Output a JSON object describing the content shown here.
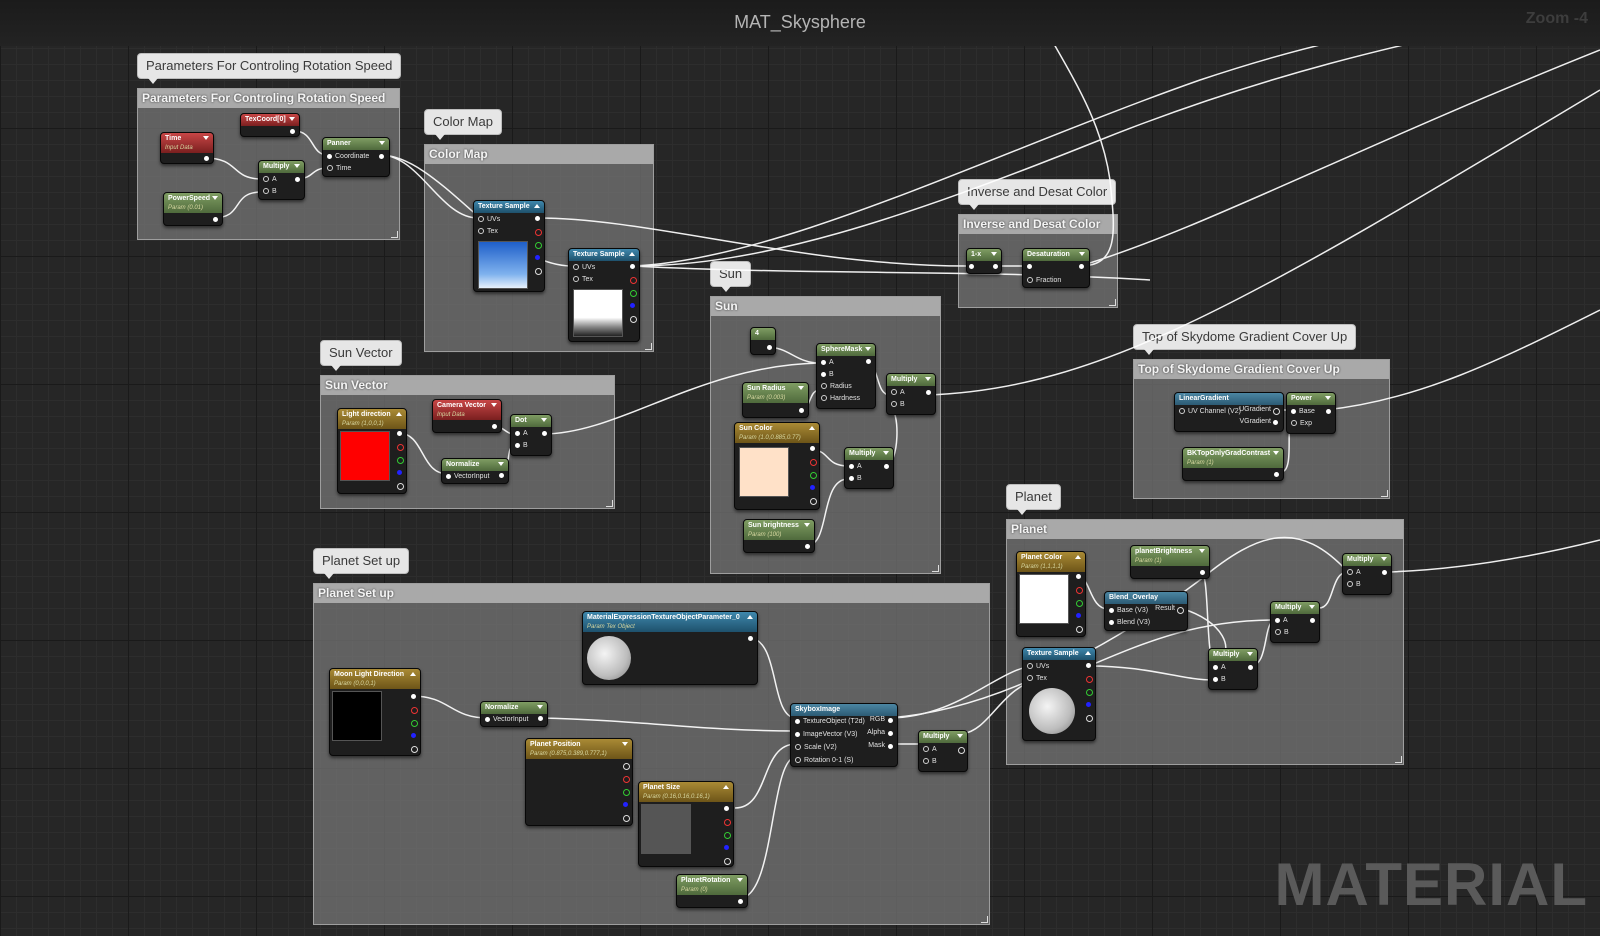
{
  "graph": {
    "title": "MAT_Skysphere",
    "zoom": "Zoom -4",
    "watermark": "MATERIAL"
  },
  "colors": {
    "comment_box": "#8c8c8c",
    "comment_head": "#a9a9a9",
    "wire": "#ffffff",
    "sun_swatch": "#ffe1c8",
    "light_swatch": "#ff0000",
    "moon_swatch": "#000000",
    "planet_swatch": "#ffffff",
    "planet_size_swatch": "#555555"
  },
  "comments": {
    "rotation": "Parameters For Controling Rotation Speed",
    "colormap": "Color Map",
    "desat": "Inverse and Desat Color",
    "sun": "Sun",
    "sunvec": "Sun Vector",
    "topsky": "Top of Skydome Gradient Cover Up",
    "planet": "Planet",
    "planetsetup": "Planet Set up"
  },
  "nodes": {
    "time": {
      "title": "Time",
      "sub": "Input Data"
    },
    "texcoord": {
      "title": "TexCoord[0]"
    },
    "panner": {
      "title": "Panner",
      "pins": [
        "Coordinate",
        "Time"
      ]
    },
    "multiply1": {
      "title": "Multiply",
      "pins": [
        "A",
        "B"
      ]
    },
    "powerspeed": {
      "title": "PowerSpeed",
      "sub": "Param (0.01)"
    },
    "texsample1": {
      "title": "Texture Sample",
      "pins": [
        "UVs",
        "Tex"
      ]
    },
    "texsample2": {
      "title": "Texture Sample",
      "pins": [
        "UVs",
        "Tex"
      ]
    },
    "oneminus": {
      "title": "1-x"
    },
    "desaturation": {
      "title": "Desaturation",
      "pins": [
        "Fraction"
      ]
    },
    "const4": {
      "title": "4"
    },
    "spheremask": {
      "title": "SphereMask",
      "pins": [
        "A",
        "B",
        "Radius",
        "Hardness"
      ]
    },
    "sunradius": {
      "title": "Sun Radius",
      "sub": "Param (0.003)"
    },
    "multiply_sun1": {
      "title": "Multiply",
      "pins": [
        "A",
        "B"
      ]
    },
    "suncolor": {
      "title": "Sun Color",
      "sub": "Param (1.0,0.885,0.77)"
    },
    "multiply_sun2": {
      "title": "Multiply",
      "pins": [
        "A",
        "B"
      ]
    },
    "sunbrightness": {
      "title": "Sun brightness",
      "sub": "Param (100)"
    },
    "lightdir": {
      "title": "Light direction",
      "sub": "Param (1,0,0,1)"
    },
    "cameravector": {
      "title": "Camera Vector",
      "sub": "Input Data"
    },
    "dot": {
      "title": "Dot",
      "pins": [
        "A",
        "B"
      ]
    },
    "normalize1": {
      "title": "Normalize",
      "pins": [
        "VectorInput"
      ]
    },
    "lineargradient": {
      "title": "LinearGradient",
      "pins": [
        "UV Channel (V2)"
      ],
      "outs": [
        "UGradient",
        "VGradient"
      ]
    },
    "power": {
      "title": "Power",
      "pins": [
        "Base",
        "Exp"
      ]
    },
    "bktop": {
      "title": "BKTopOnlyGradContrast",
      "sub": "Param (1)"
    },
    "planetcolor": {
      "title": "Planet Color",
      "sub": "Param (1,1,1,1)"
    },
    "planetbrightness": {
      "title": "planetBrightness",
      "sub": "Param (1)"
    },
    "blendoverlay": {
      "title": "Blend_Overlay",
      "pins": [
        "Base (V3)",
        "Blend (V3)"
      ],
      "outs": [
        "Result"
      ]
    },
    "texsample3": {
      "title": "Texture Sample",
      "pins": [
        "UVs",
        "Tex"
      ]
    },
    "multiply_p1": {
      "title": "Multiply",
      "pins": [
        "A",
        "B"
      ]
    },
    "multiply_p2": {
      "title": "Multiply",
      "pins": [
        "A",
        "B"
      ]
    },
    "multiply_p3": {
      "title": "Multiply",
      "pins": [
        "A",
        "B"
      ]
    },
    "texobjparam": {
      "title": "MaterialExpressionTextureObjectParameter_0",
      "sub": "Param Tex Object"
    },
    "moonlight": {
      "title": "Moon Light Direction",
      "sub": "Param (0,0,0,1)"
    },
    "normalize2": {
      "title": "Normalize",
      "pins": [
        "VectorInput"
      ]
    },
    "skyboximage": {
      "title": "SkyboxImage",
      "pins": [
        "TextureObject (T2d)",
        "ImageVector (V3)",
        "Scale (V2)",
        "Rotation 0-1 (S)"
      ],
      "outs": [
        "RGB",
        "Alpha",
        "Mask"
      ]
    },
    "multiply_ps": {
      "title": "Multiply",
      "pins": [
        "A",
        "B"
      ]
    },
    "planetposition": {
      "title": "Planet Position",
      "sub": "Param (0.875,0.389,0.777,1)"
    },
    "planetsize": {
      "title": "Planet Size",
      "sub": "Param (0.16,0.16,0.16,1)"
    },
    "planetrotation": {
      "title": "PlanetRotation",
      "sub": "Param (0)"
    }
  }
}
